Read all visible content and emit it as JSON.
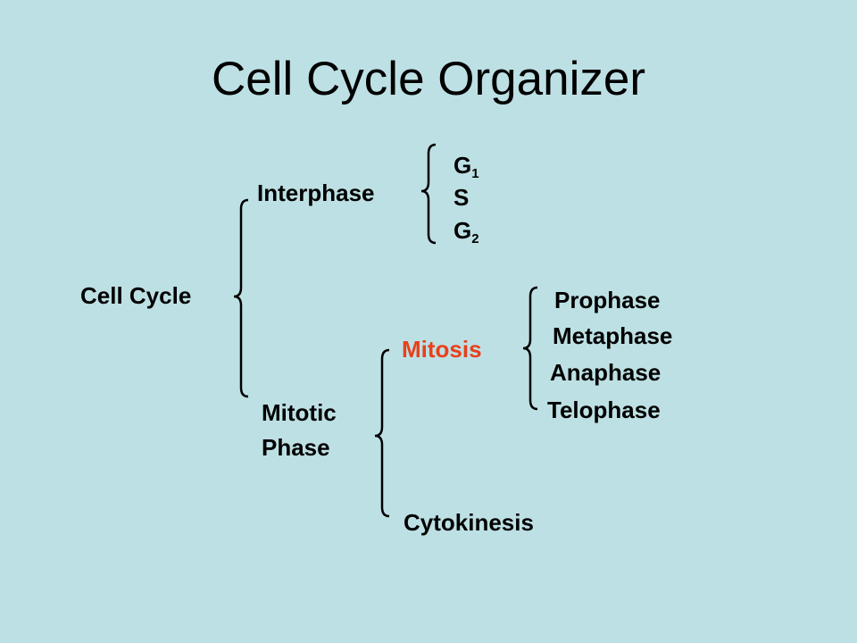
{
  "title": "Cell Cycle Organizer",
  "nodes": {
    "cell_cycle": "Cell Cycle",
    "interphase": "Interphase",
    "g_letter": "G",
    "g1_sub": "1",
    "s": "S",
    "g2_sub": "2",
    "mitotic_line1": "Mitotic",
    "mitotic_line2": "Phase",
    "mitosis": "Mitosis",
    "cytokinesis": "Cytokinesis",
    "prophase": "Prophase",
    "metaphase": "Metaphase",
    "anaphase": "Anaphase",
    "telophase": "Telophase"
  },
  "colors": {
    "background": "#bde0e4",
    "text": "#000000",
    "accent": "#e8401c"
  }
}
